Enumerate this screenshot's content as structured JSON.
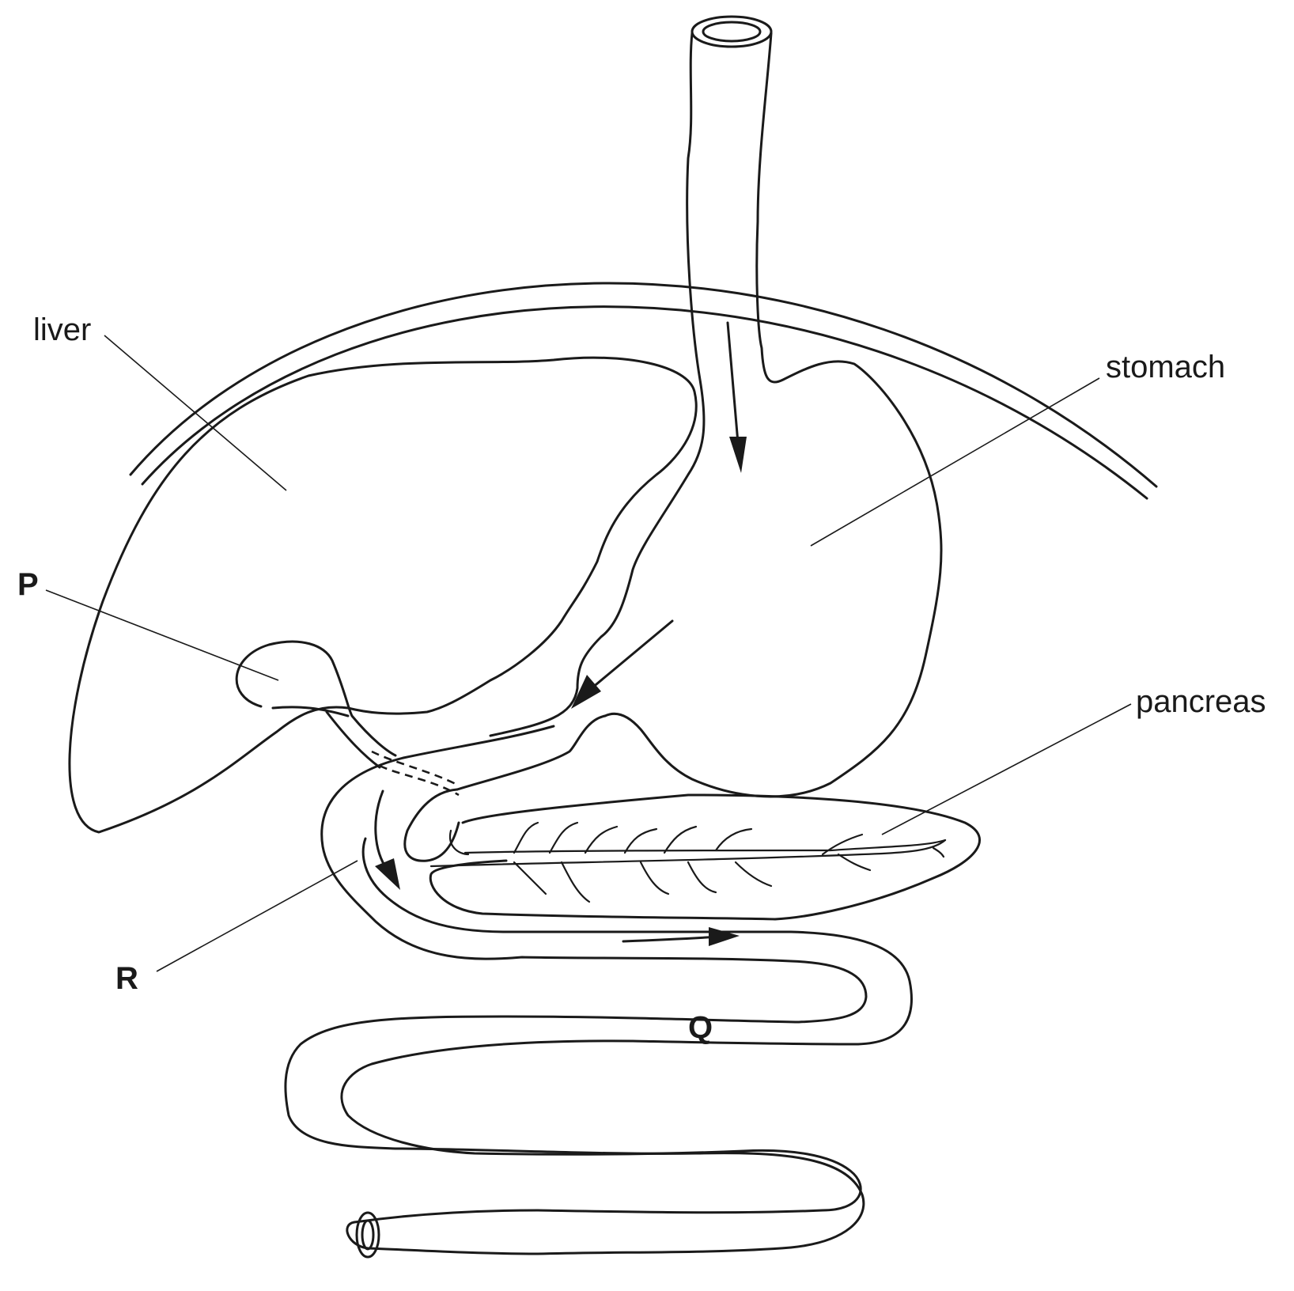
{
  "labels": {
    "liver": "liver",
    "stomach": "stomach",
    "pancreas": "pancreas",
    "p": "P",
    "q": "Q",
    "r": "R"
  },
  "colors": {
    "line": "#1a1a1a",
    "background": "#ffffff"
  }
}
